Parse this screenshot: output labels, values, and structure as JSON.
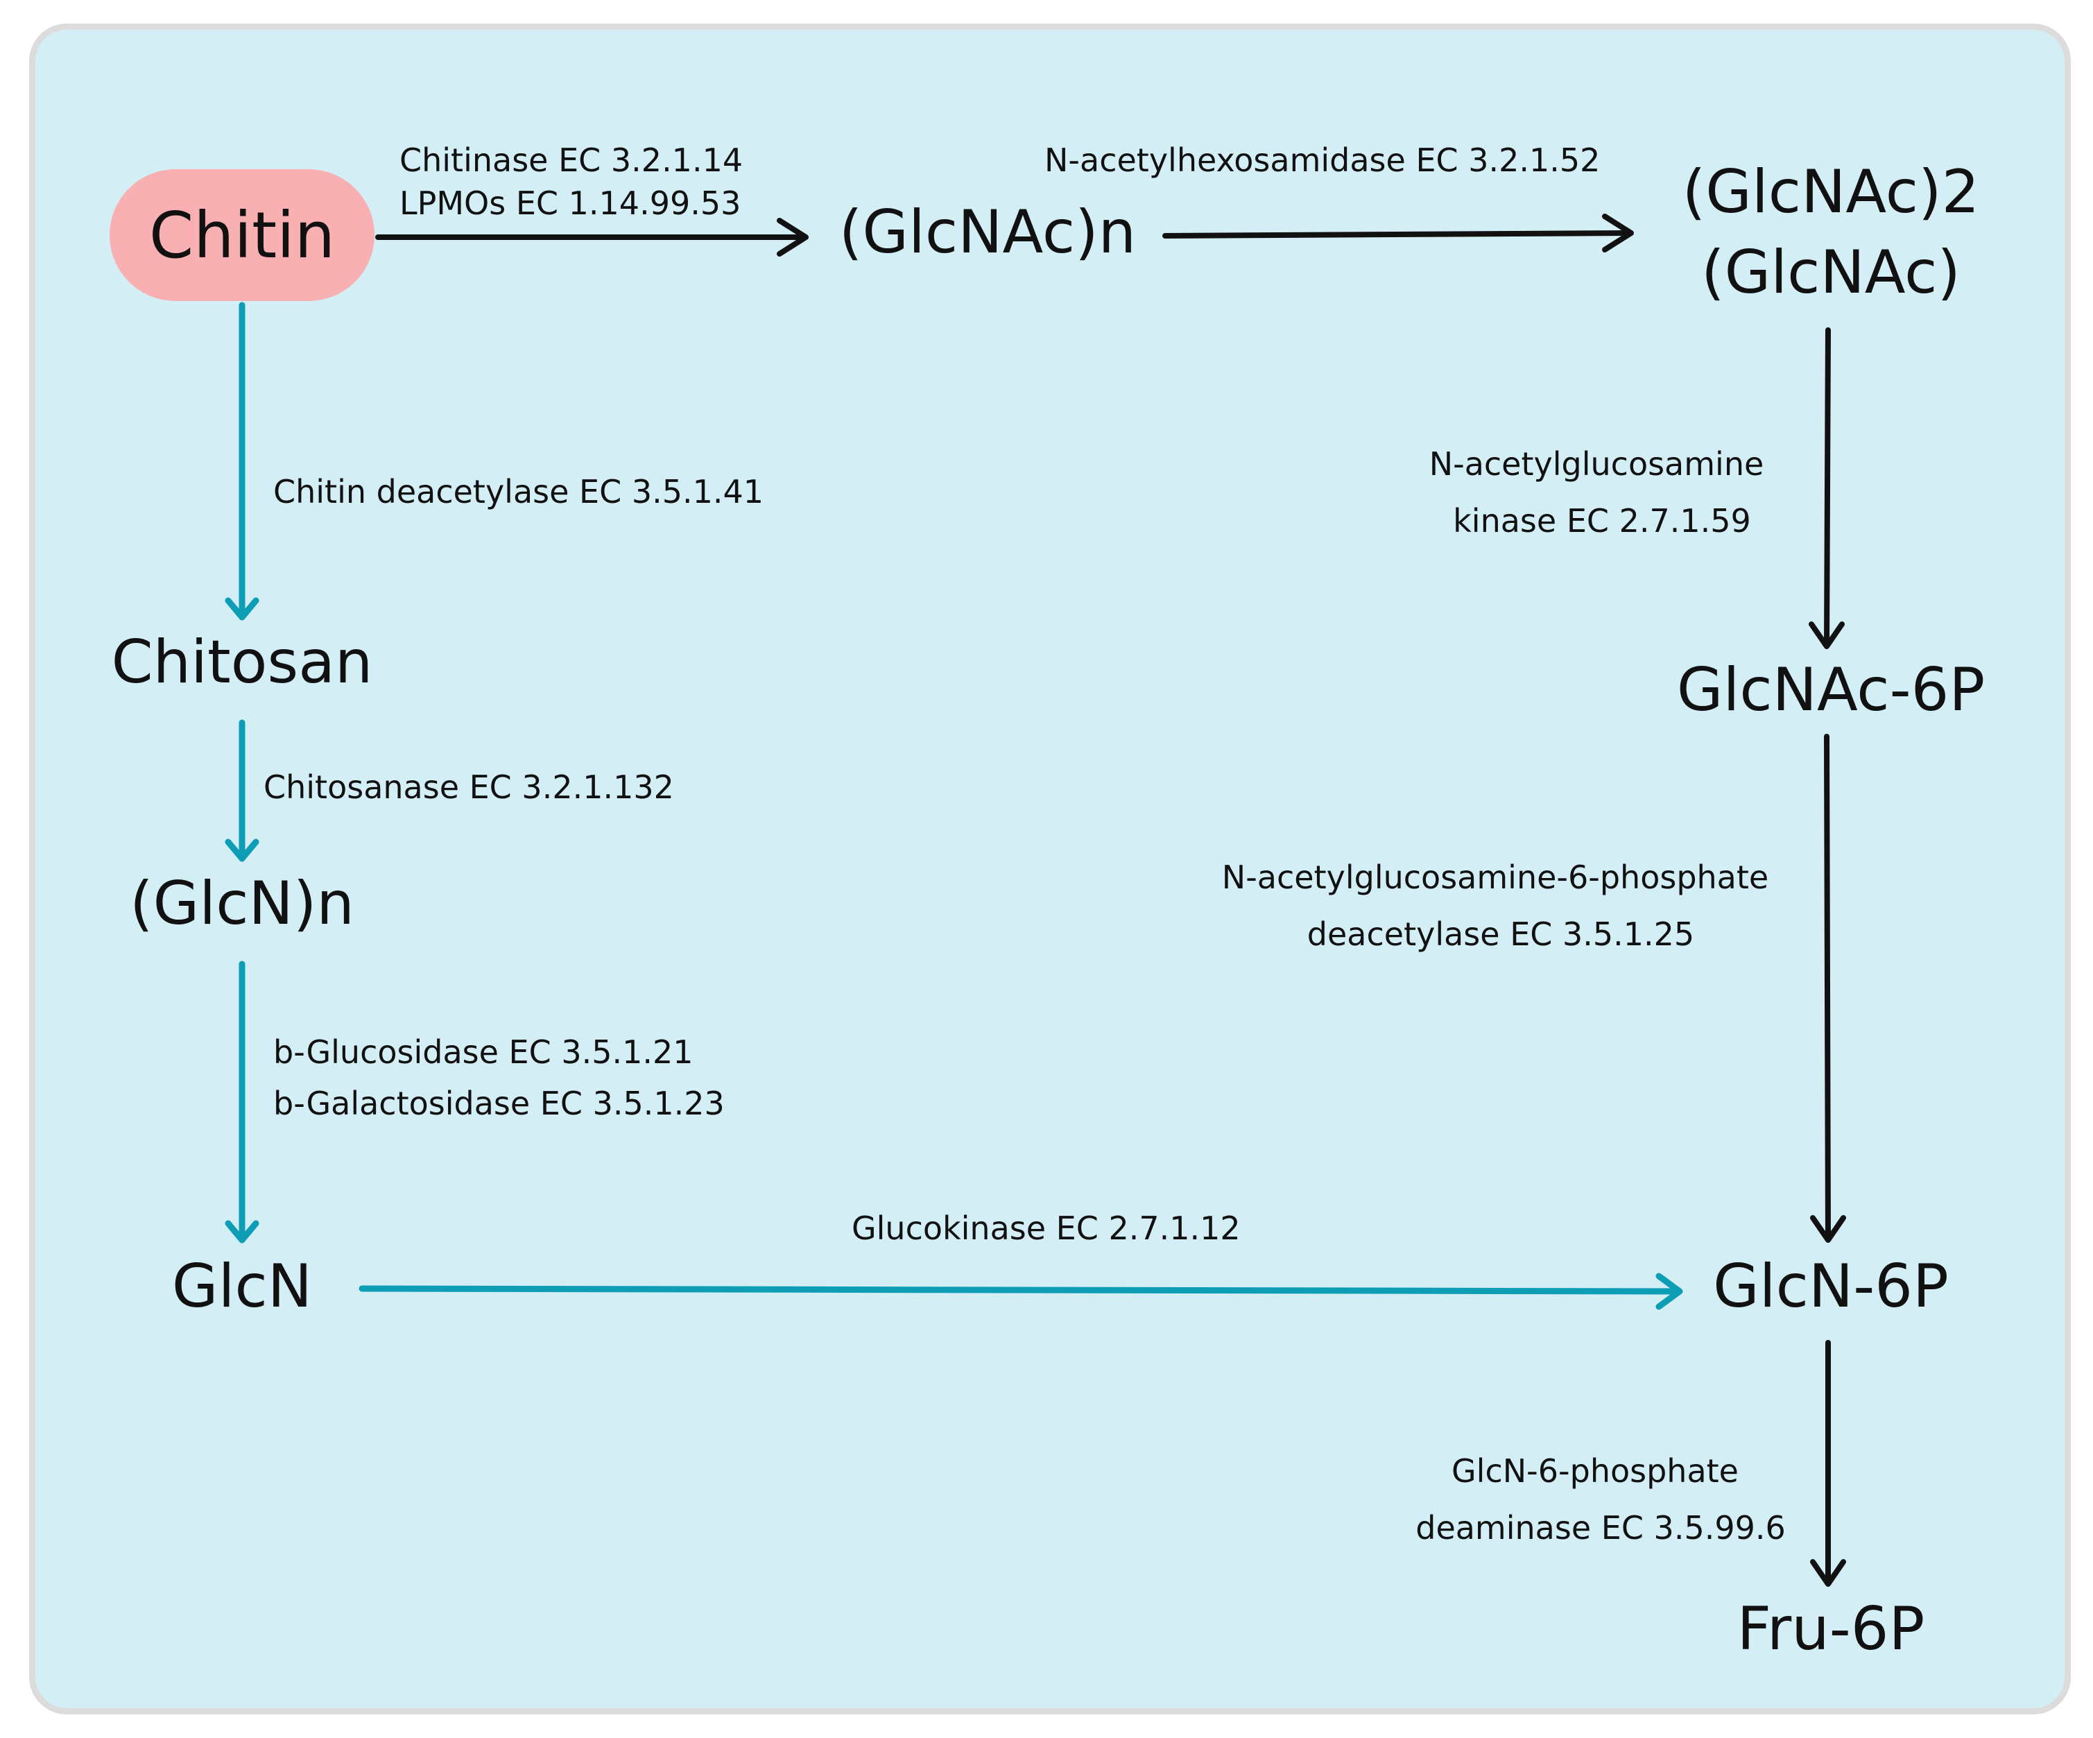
{
  "colors": {
    "panel_background": "#d4eef5",
    "panel_border": "#dcdcdc",
    "chitin_highlight": "#f8b0b3",
    "teal_arrow": "#0d9db5",
    "black_arrow": "#111111"
  },
  "nodes": {
    "chitin": "Chitin",
    "glcnac_n": "(GlcNAc)n",
    "glcnac2": "(GlcNAc)2",
    "glcnac": "(GlcNAc)",
    "chitosan": "Chitosan",
    "glcn_n": "(GlcN)n",
    "glcn": "GlcN",
    "glcnac_6p": "GlcNAc-6P",
    "glcn_6p": "GlcN-6P",
    "fru_6p": "Fru-6P"
  },
  "enzymes": {
    "chitinase": "Chitinase EC 3.2.1.14",
    "lpmos": "LPMOs EC 1.14.99.53",
    "hexosaminidase": "N-acetylhexosamidase EC 3.2.1.52",
    "deacetylase": "Chitin deacetylase EC 3.5.1.41",
    "chitosanase": "Chitosanase EC 3.2.1.132",
    "glucosidase": "b-Glucosidase EC 3.5.1.21",
    "galactosidase": "b-Galactosidase EC 3.5.1.23",
    "glucokinase": "Glucokinase EC 2.7.1.12",
    "nag_kinase_line1": "N-acetylglucosamine",
    "nag_kinase_line2": "kinase EC 2.7.1.59",
    "nag6p_deacetylase_line1": "N-acetylglucosamine-6-phosphate",
    "nag6p_deacetylase_line2": "deacetylase EC 3.5.1.25",
    "glcn6p_deaminase_line1": "GlcN-6-phosphate",
    "glcn6p_deaminase_line2": "deaminase EC 3.5.99.6"
  }
}
